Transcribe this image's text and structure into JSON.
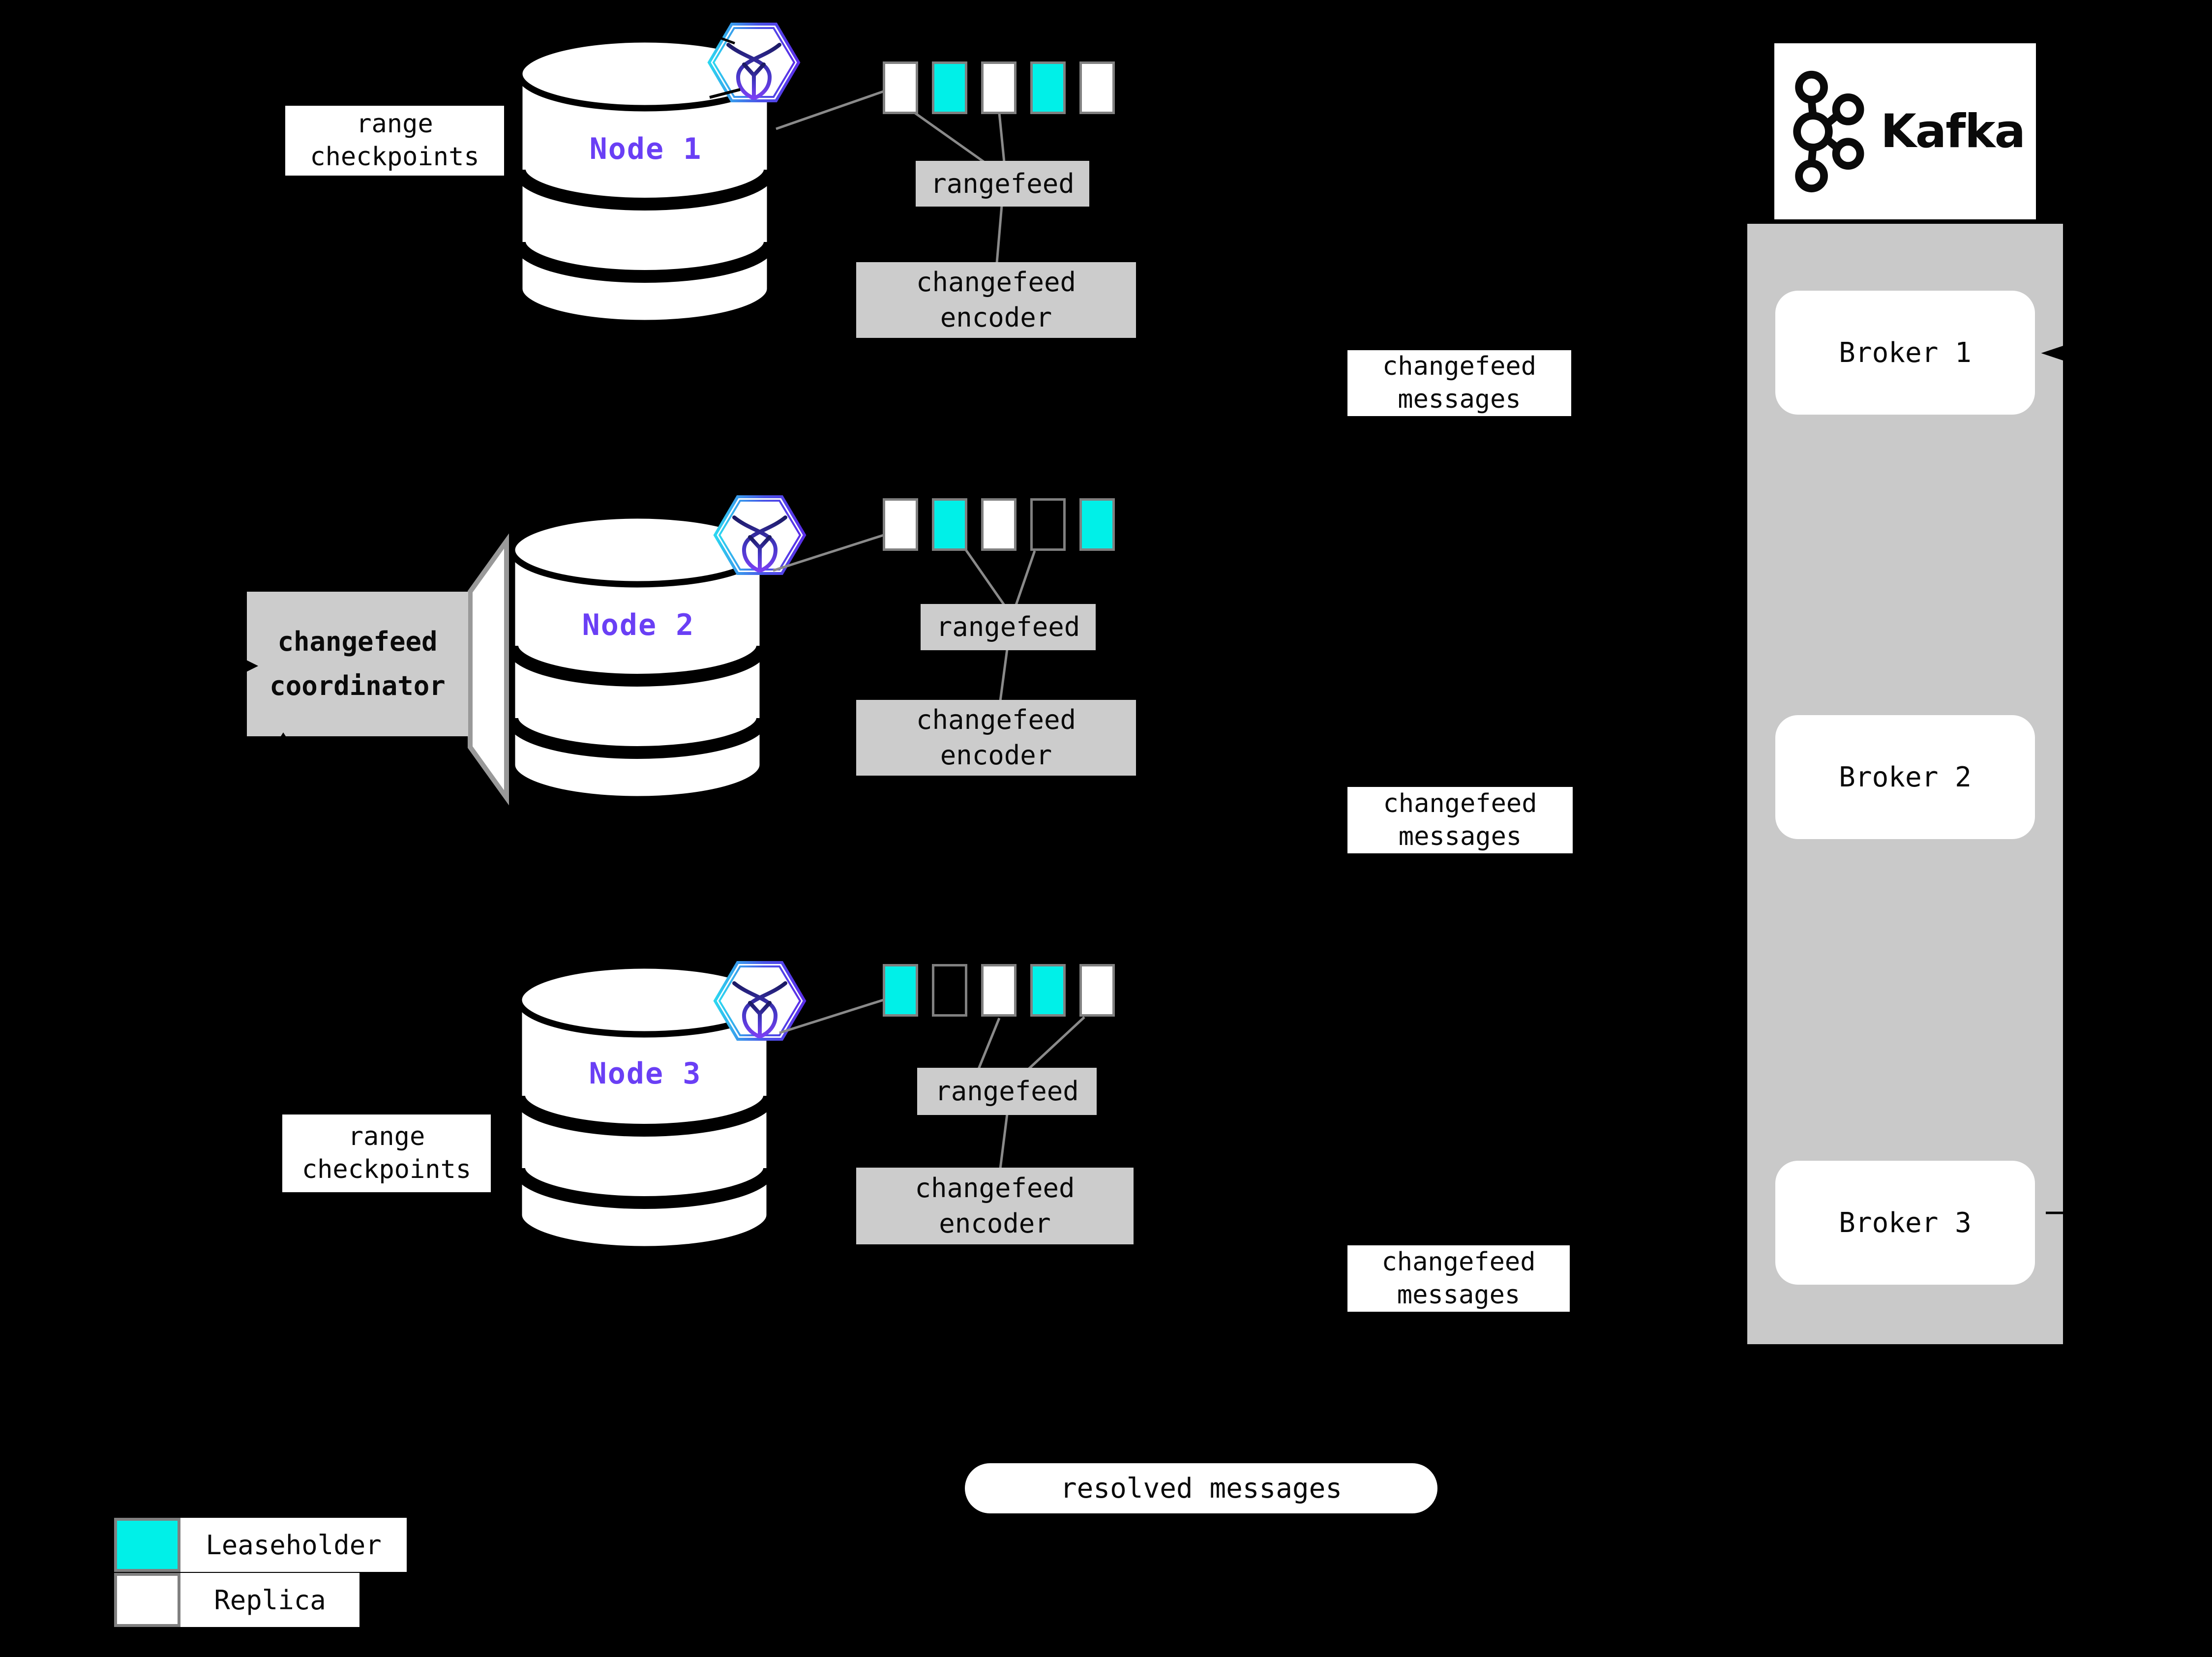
{
  "colors": {
    "leaseholder": "#00F0E8",
    "replica": "#FFFFFF",
    "empty": "transparent",
    "box_gray": "#CCCCCC",
    "panel_gray": "#C9C9C9",
    "node_label_purple": "#6A3FF5",
    "square_border_gray": "#808080",
    "connector_gray": "#8A8A8A"
  },
  "nodes": [
    {
      "label": "Node 1",
      "ranges": [
        "replica",
        "leaseholder",
        "replica",
        "leaseholder",
        "replica"
      ]
    },
    {
      "label": "Node 2",
      "ranges": [
        "replica",
        "leaseholder",
        "replica",
        "empty",
        "leaseholder"
      ]
    },
    {
      "label": "Node 3",
      "ranges": [
        "leaseholder",
        "empty",
        "replica",
        "leaseholder",
        "replica"
      ]
    }
  ],
  "labels": {
    "range_checkpoints": [
      "range",
      "checkpoints"
    ],
    "changefeed_messages": [
      "changefeed",
      "messages"
    ],
    "changefeed_encoder": [
      "changefeed",
      "encoder"
    ],
    "changefeed_coordinator": [
      "changefeed",
      "coordinator"
    ],
    "rangefeed": "rangefeed",
    "resolved_messages": "resolved messages"
  },
  "kafka": {
    "brand": "Kafka",
    "brokers": [
      "Broker 1",
      "Broker 2",
      "Broker 3"
    ]
  },
  "legend": {
    "items": [
      {
        "label": "Leaseholder",
        "color_key": "leaseholder"
      },
      {
        "label": "Replica",
        "color_key": "replica"
      }
    ]
  }
}
